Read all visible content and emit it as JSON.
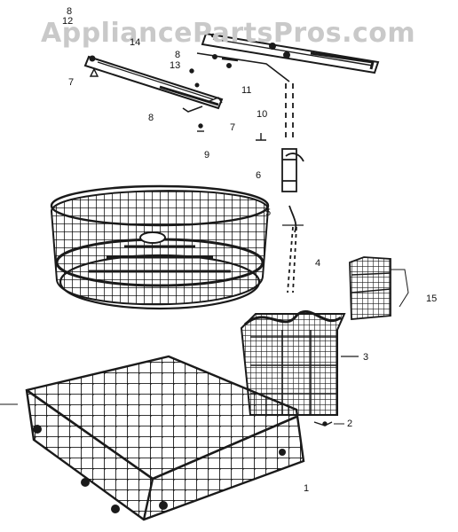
{
  "watermark": {
    "text": "AppliancePartsPros.com",
    "color": "#c9c9c9"
  },
  "ink_color": "#1a1a1a",
  "callouts": {
    "c8a": "8",
    "c12": "12",
    "c14": "14",
    "c7a": "7",
    "c8b": "8",
    "c13": "13",
    "c11": "11",
    "c8c": "8",
    "c7b": "7",
    "c10": "10",
    "c9": "9",
    "c6": "6",
    "c5": "5",
    "c4": "4",
    "c15": "15",
    "c3": "3",
    "c2": "2",
    "c1": "1"
  }
}
